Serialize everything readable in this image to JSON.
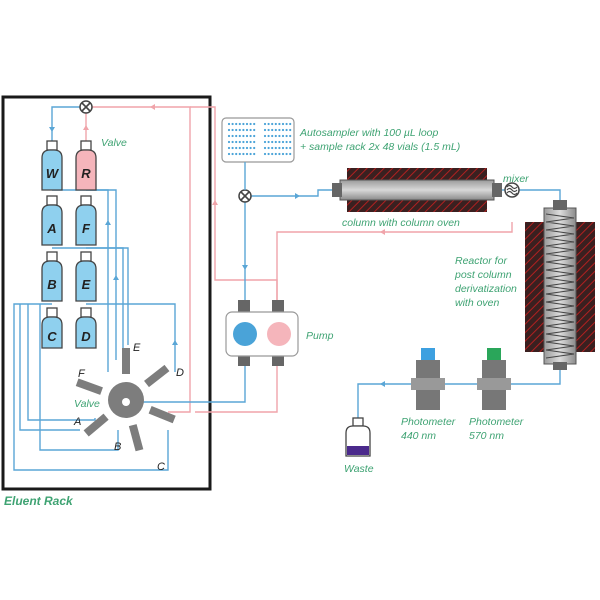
{
  "rack": {
    "label": "Eluent Rack"
  },
  "bottles": {
    "W": "W",
    "R": "R",
    "A": "A",
    "F": "F",
    "B": "B",
    "E": "E",
    "C": "C",
    "D": "D"
  },
  "valve_top": {
    "label": "Valve"
  },
  "valve_bottom": {
    "label": "Valve",
    "ports": {
      "A": "A",
      "B": "B",
      "C": "C",
      "D": "D",
      "E": "E",
      "F": "F"
    }
  },
  "autosampler": {
    "line1": "Autosampler with 100 µL loop",
    "line2": "+ sample rack 2x 48 vials (1.5 mL)"
  },
  "column": {
    "label": "column with column oven"
  },
  "mixer": {
    "label": "mixer"
  },
  "pump": {
    "label": "Pump"
  },
  "reactor": {
    "line1": "Reactor for",
    "line2": "post column",
    "line3": "derivatization",
    "line4": "with oven"
  },
  "photometer1": {
    "line1": "Photometer",
    "line2": "440 nm"
  },
  "photometer2": {
    "line1": "Photometer",
    "line2": "570 nm"
  },
  "waste": {
    "label": "Waste"
  },
  "colors": {
    "blue_line": "#5aa6d6",
    "pink_line": "#f0a4aa",
    "label_green": "#3fa373",
    "bottle_blue": "#8fd0ee",
    "bottle_pink": "#f5b5bb"
  }
}
